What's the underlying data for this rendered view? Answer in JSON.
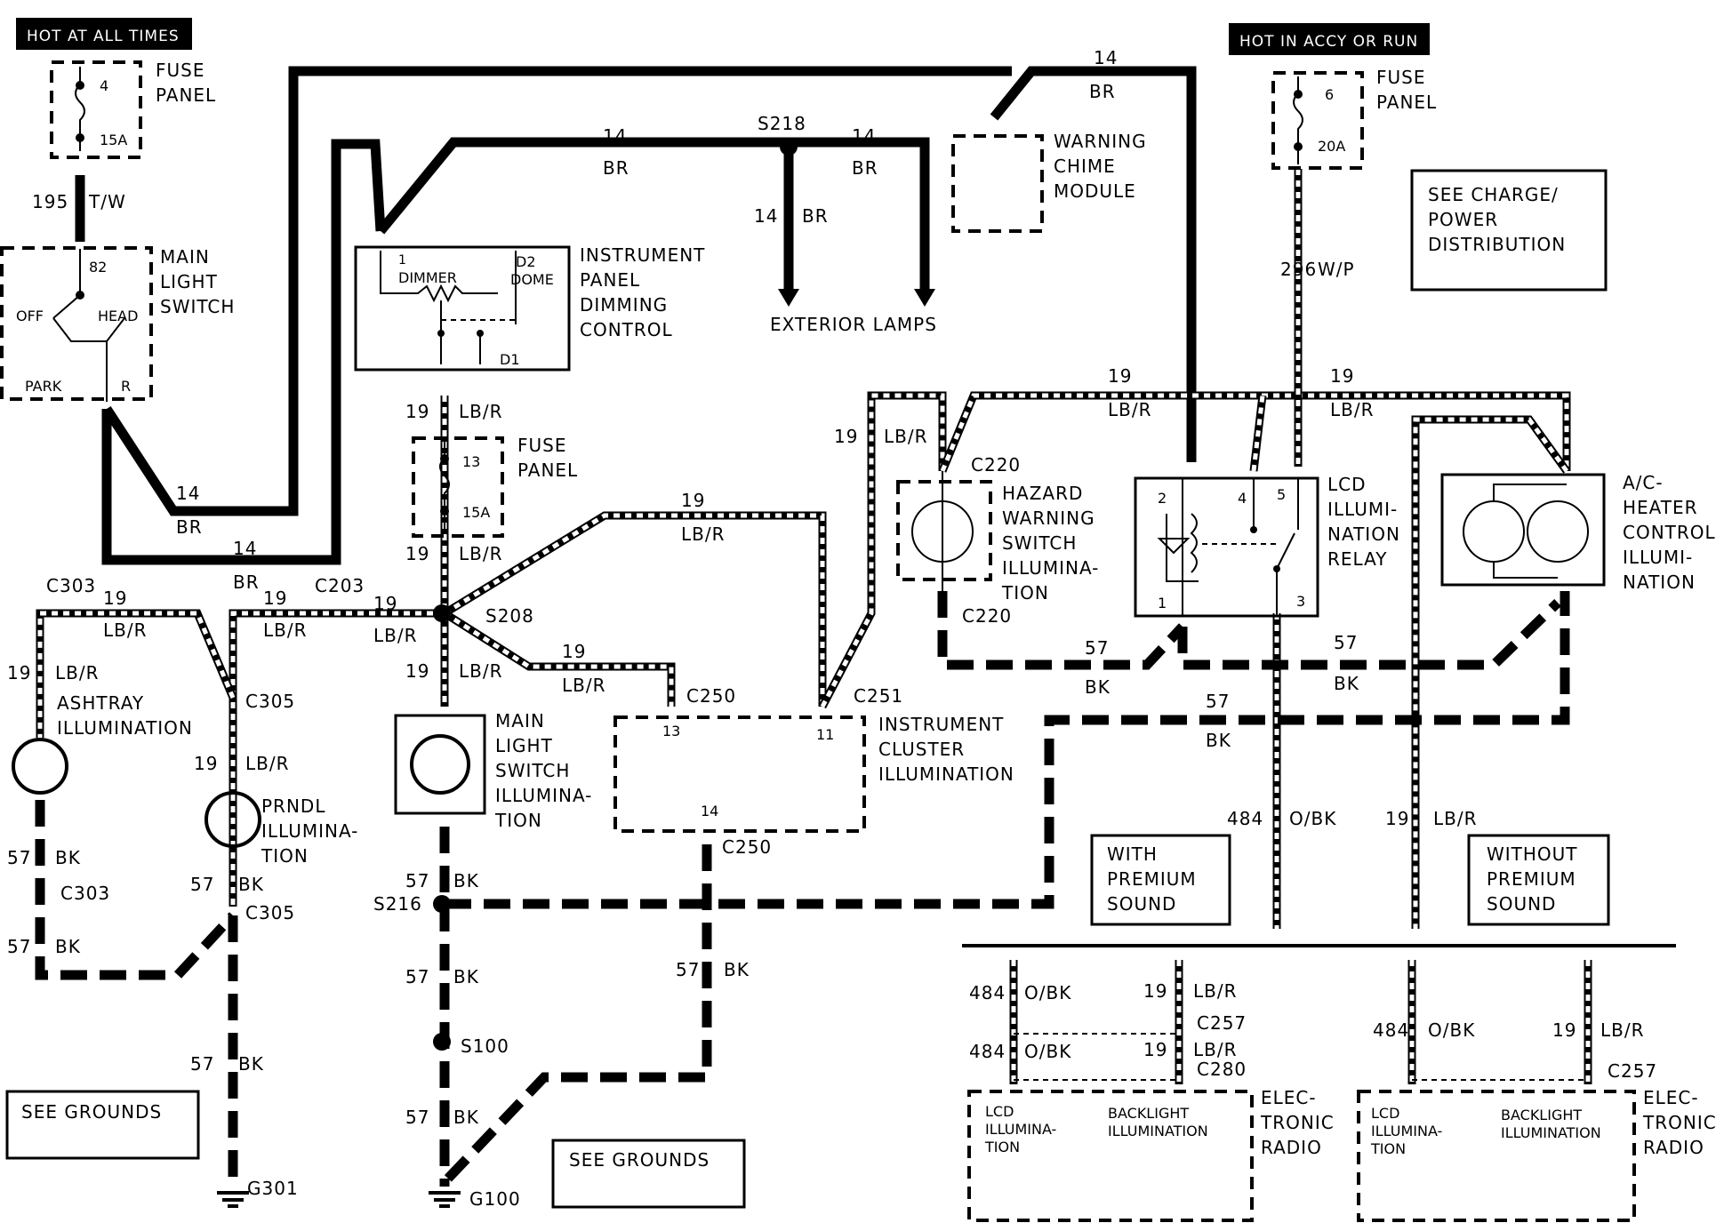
{
  "banners": {
    "hot_at_all_times": "HOT AT ALL TIMES",
    "hot_in_accy_or_run": "HOT IN ACCY OR RUN"
  },
  "fuse_left": {
    "l1": "FUSE",
    "l2": "PANEL",
    "number": "4",
    "rating": "15A"
  },
  "fuse_right": {
    "l1": "FUSE",
    "l2": "PANEL",
    "number": "6",
    "rating": "20A"
  },
  "fuse_mid": {
    "l1": "FUSE",
    "l2": "PANEL",
    "number": "13",
    "rating": "15A"
  },
  "main_light_switch": {
    "l1": "MAIN",
    "l2": "LIGHT",
    "l3": "SWITCH",
    "t82": "82",
    "off": "OFF",
    "head": "HEAD",
    "park": "PARK",
    "r": "R"
  },
  "ip_dimming": {
    "l1": "INSTRUMENT",
    "l2": "PANEL",
    "l3": "DIMMING",
    "l4": "CONTROL",
    "p1": "1",
    "dimmer": "DIMMER",
    "d2": "D2",
    "dome": "DOME",
    "d1": "D1"
  },
  "warning_chime": {
    "l1": "WARNING",
    "l2": "CHIME",
    "l3": "MODULE"
  },
  "exterior_lamps": "EXTERIOR LAMPS",
  "see_charge": {
    "l1": "SEE CHARGE/",
    "l2": "POWER",
    "l3": "DISTRIBUTION"
  },
  "hazard": {
    "l1": "HAZARD",
    "l2": "WARNING",
    "l3": "SWITCH",
    "l4": "ILLUMINA-",
    "l5": "TION"
  },
  "lcd_relay": {
    "l1": "LCD",
    "l2": "ILLUMI-",
    "l3": "NATION",
    "l4": "RELAY",
    "p2": "2",
    "p4": "4",
    "p5": "5",
    "p1": "1",
    "p3": "3"
  },
  "ac_heater": {
    "l1": "A/C-",
    "l2": "HEATER",
    "l3": "CONTROL",
    "l4": "ILLUMI-",
    "l5": "NATION"
  },
  "ashtray": {
    "l1": "ASHTRAY",
    "l2": "ILLUMINATION"
  },
  "prndl": {
    "l1": "PRNDL",
    "l2": "ILLUMINA-",
    "l3": "TION"
  },
  "mls_illum": {
    "l1": "MAIN",
    "l2": "LIGHT",
    "l3": "SWITCH",
    "l4": "ILLUMINA-",
    "l5": "TION"
  },
  "cluster": {
    "l1": "INSTRUMENT",
    "l2": "CLUSTER",
    "l3": "ILLUMINATION",
    "p13": "13",
    "p11": "11",
    "p14": "14"
  },
  "with_premium": {
    "l1": "WITH",
    "l2": "PREMIUM",
    "l3": "SOUND"
  },
  "without_premium": {
    "l1": "WITHOUT",
    "l2": "PREMIUM",
    "l3": "SOUND"
  },
  "see_grounds": "SEE GROUNDS",
  "radio": {
    "l1": "ELEC-",
    "l2": "TRONIC",
    "l3": "RADIO",
    "lcd1": "LCD",
    "lcd2": "ILLUMINA-",
    "lcd3": "TION",
    "back1": "BACKLIGHT",
    "back2": "ILLUMINATION"
  },
  "connectors": {
    "c303": "C303",
    "c305": "C305",
    "c203": "C203",
    "s208": "S208",
    "s218": "S218",
    "c220": "C220",
    "c250": "C250",
    "c251": "C251",
    "c257": "C257",
    "c280": "C280",
    "s216": "S216",
    "s100": "S100",
    "g301": "G301",
    "g100": "G100"
  },
  "wires": {
    "n14": "14",
    "n19": "19",
    "n57": "57",
    "n195": "195",
    "n296": "296",
    "n484": "484",
    "br": "BR",
    "lbr": "LB/R",
    "bk": "BK",
    "tw": "T/W",
    "wp": "W/P",
    "obk": "O/BK"
  }
}
